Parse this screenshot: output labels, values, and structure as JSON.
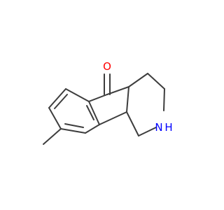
{
  "structure": {
    "atoms": {
      "oxygen": {
        "symbol": "O",
        "color": "#ff0000"
      },
      "nitrogen": {
        "symbol": "N",
        "color": "#0000ff"
      },
      "hydrogen": {
        "symbol": "H",
        "color": "#0000ff"
      }
    },
    "bond_color": "#3d3d3d",
    "background_color": "#ffffff"
  }
}
